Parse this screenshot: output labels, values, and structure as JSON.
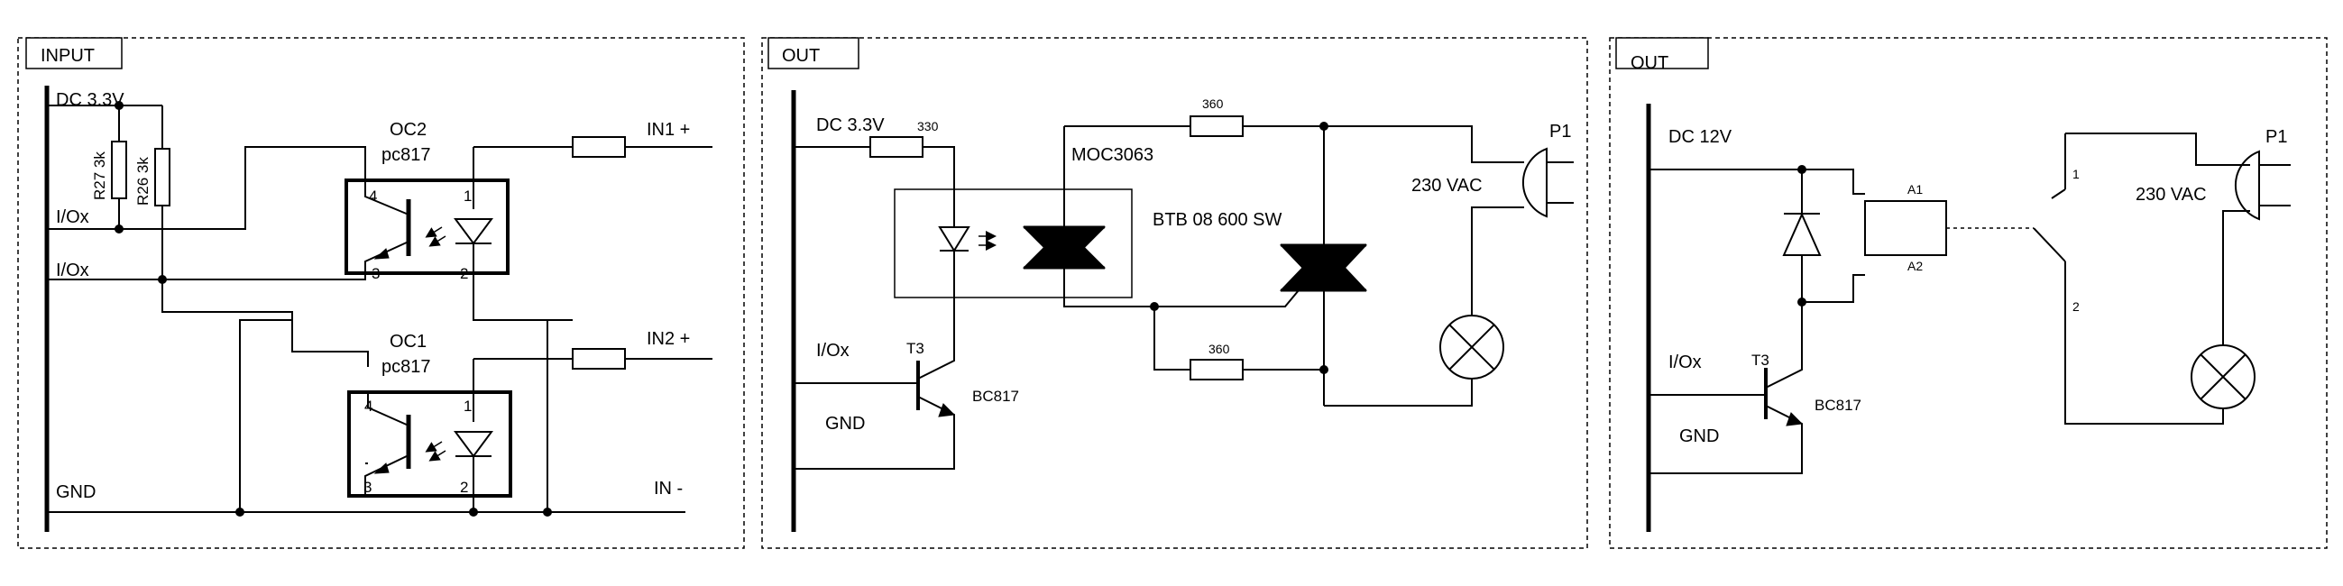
{
  "panels": [
    {
      "title": "INPUT",
      "labels": {
        "dc": "DC 3.3V",
        "io1": "I/Ox",
        "io2": "I/Ox",
        "gnd": "GND",
        "r27": "R27 3k",
        "r26": "R26 3k",
        "oc2": "OC2",
        "oc2_part": "pc817",
        "oc1": "OC1",
        "oc1_part": "pc817",
        "in1": "IN1 +",
        "in2": "IN2 +",
        "inminus": "IN -",
        "oc2_pins": [
          "4",
          "1",
          "3",
          "2"
        ],
        "oc1_pins": [
          "4",
          "1",
          "3",
          "2"
        ]
      }
    },
    {
      "title": "OUT",
      "labels": {
        "dc": "DC 3.3V",
        "r330": "330",
        "r360_top": "360",
        "r360_bottom": "360",
        "moc": "MOC3063",
        "triac": "BTB 08 600 SW",
        "vac": "230 VAC",
        "plug": "P1",
        "io": "I/Ox",
        "t3": "T3",
        "bc": "BC817",
        "gnd": "GND"
      }
    },
    {
      "title": "OUT",
      "labels": {
        "dc": "DC 12V",
        "a1": "A1",
        "a2": "A2",
        "pin1": "1",
        "pin2": "2",
        "vac": "230 VAC",
        "plug": "P1",
        "io": "I/Ox",
        "t3": "T3",
        "bc": "BC817",
        "gnd": "GND"
      }
    }
  ]
}
